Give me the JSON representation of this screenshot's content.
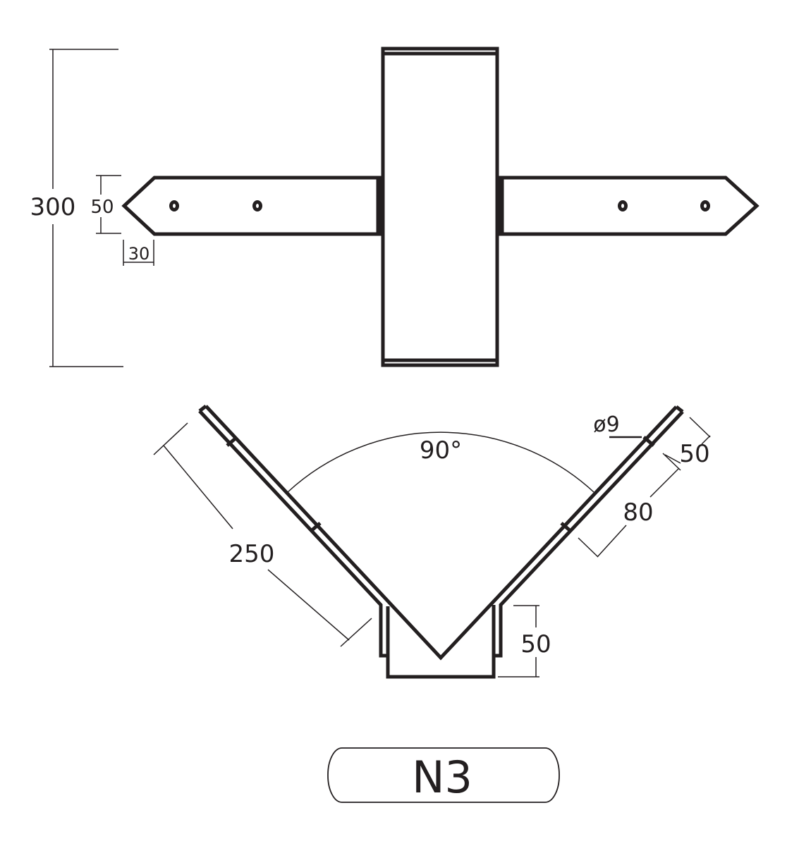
{
  "drawing": {
    "top_view": {
      "height_dim": "300",
      "arm_width_dim": "50",
      "tip_length_dim": "30"
    },
    "bottom_view": {
      "angle_dim": "90°",
      "arm_length_dim": "250",
      "hole_diameter_dim": "ø9",
      "hole_offset_dim": "50",
      "hole_spacing_dim": "80",
      "base_height_dim": "50"
    },
    "label": "N3",
    "colors": {
      "line": "#231f20",
      "background": "#ffffff"
    }
  }
}
